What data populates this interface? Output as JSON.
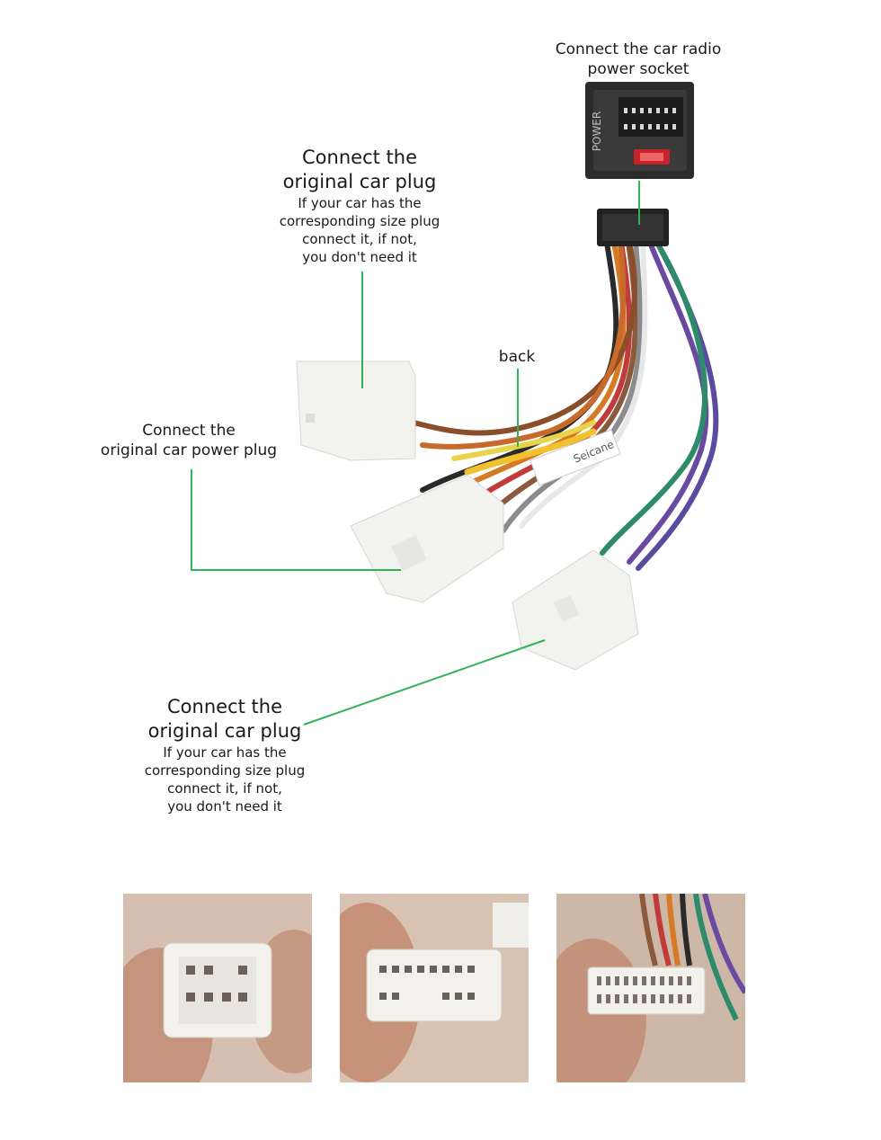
{
  "labels": {
    "radio_socket": {
      "line1": "Connect the car radio",
      "line2": "power socket"
    },
    "top_plug": {
      "title1": "Connect the",
      "title2": "original car plug",
      "note1": "If your car has the",
      "note2": "corresponding size plug",
      "note3": "connect it, if not,",
      "note4": "you don't need it"
    },
    "back": "back",
    "power_plug": {
      "line1": "Connect the",
      "line2": "original car power plug"
    },
    "bottom_plug": {
      "title1": "Connect the",
      "title2": "original car plug",
      "note1": "If your car has the",
      "note2": "corresponding size plug",
      "note3": "connect it, if not,",
      "note4": "you don't need it"
    }
  },
  "socket_text": "POWER",
  "cable_brand": "Seicane",
  "colors": {
    "leader": "#2fb45a",
    "connector": "#f2f2ef",
    "socket": "#2a2a2a"
  }
}
